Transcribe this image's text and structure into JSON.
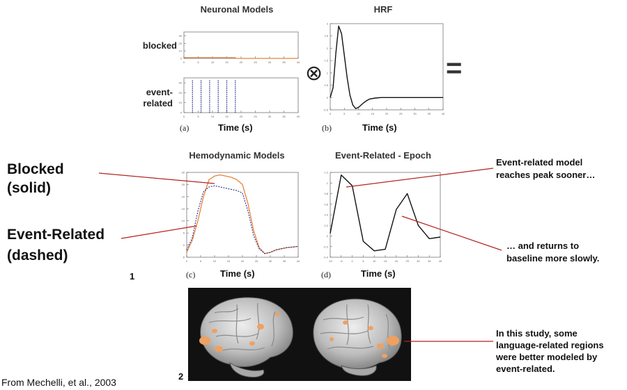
{
  "panel_titles": {
    "neuronal": "Neuronal Models",
    "hrf": "HRF",
    "hemodynamic": "Hemodynamic Models",
    "epoch": "Event-Related - Epoch"
  },
  "row_labels": {
    "blocked": "blocked",
    "event_related_1": "event-",
    "event_related_2": "related"
  },
  "subfigure_labels": {
    "a": "(a)",
    "b": "(b)",
    "c": "(c)",
    "d": "(d)"
  },
  "xlabel": "Time (s)",
  "operators": {
    "convolve": "⊗",
    "equals": "="
  },
  "left_labels": {
    "blocked_1": "Blocked",
    "blocked_2": "(solid)",
    "event_1": "Event-Related",
    "event_2": "(dashed)"
  },
  "annotations": {
    "peak_1": "Event-related model",
    "peak_2": "reaches peak sooner…",
    "baseline_1": "… and returns to",
    "baseline_2": "baseline more slowly.",
    "study_1": "In this study, some",
    "study_2": "language-related regions",
    "study_3": "were better modeled by",
    "study_4": "event-related."
  },
  "figure_numbers": {
    "one": "1",
    "two": "2"
  },
  "citation": "From Mechelli, et al., 2003",
  "colors": {
    "blocked_line": "#e8823a",
    "event_line": "#2a2a8a",
    "annotation_line": "#b22222",
    "activation": "#f0a060",
    "brain_bg": "#111111"
  },
  "chart_data": [
    {
      "id": "a-blocked",
      "type": "line",
      "title": "Neuronal Models",
      "xlabel": "Time (s)",
      "xlim": [
        0,
        40
      ],
      "ylim": [
        0,
        35
      ],
      "xticks": [
        0,
        5,
        10,
        15,
        20,
        25,
        30,
        35,
        40
      ],
      "yticks": [
        0,
        10,
        20,
        30
      ],
      "series": [
        {
          "style": "solid-orange",
          "x": [
            0,
            18,
            18,
            40
          ],
          "y": [
            1,
            1,
            0,
            0
          ]
        }
      ]
    },
    {
      "id": "a-event",
      "type": "line",
      "xlim": [
        0,
        40
      ],
      "ylim": [
        0,
        35
      ],
      "xticks": [
        0,
        5,
        10,
        15,
        20,
        25,
        30,
        35,
        40
      ],
      "yticks": [
        0,
        10,
        20,
        30
      ],
      "impulses": {
        "style": "dashed-blue",
        "x": [
          3,
          6,
          9,
          12,
          15,
          18
        ],
        "height": 33
      }
    },
    {
      "id": "b-hrf",
      "type": "line",
      "title": "HRF",
      "xlabel": "Time (s)",
      "xlim": [
        0,
        40
      ],
      "ylim": [
        -0.5,
        3
      ],
      "xticks": [
        0,
        5,
        10,
        15,
        20,
        25,
        30,
        35,
        40
      ],
      "yticks": [
        -0.5,
        0,
        0.5,
        1,
        1.5,
        2,
        2.5,
        3
      ],
      "series": [
        {
          "style": "solid-black",
          "x": [
            0,
            1,
            2,
            3,
            4,
            5,
            6,
            7,
            8,
            9,
            10,
            11,
            12,
            13,
            14,
            16,
            18,
            20,
            25,
            30,
            35,
            40
          ],
          "y": [
            0,
            0.4,
            1.8,
            2.9,
            2.6,
            1.7,
            0.8,
            0.1,
            -0.3,
            -0.45,
            -0.4,
            -0.3,
            -0.2,
            -0.12,
            -0.06,
            -0.02,
            0,
            0,
            0,
            0,
            0,
            0
          ]
        }
      ]
    },
    {
      "id": "c-hemodynamic",
      "type": "line",
      "title": "Hemodynamic Models",
      "xlabel": "Time (s)",
      "xlim": [
        0,
        40
      ],
      "ylim": [
        -5,
        30
      ],
      "xticks": [
        0,
        5,
        10,
        15,
        20,
        25,
        30,
        35,
        40
      ],
      "yticks": [
        -5,
        0,
        5,
        10,
        15,
        20,
        25,
        30
      ],
      "series": [
        {
          "name": "Blocked (solid)",
          "style": "solid-orange",
          "x": [
            0,
            2,
            4,
            6,
            8,
            10,
            12,
            14,
            16,
            18,
            20,
            22,
            24,
            26,
            28,
            30,
            32,
            34,
            36,
            38,
            40
          ],
          "y": [
            -3,
            2,
            10,
            20,
            27,
            28.5,
            29,
            28.5,
            28,
            27,
            25,
            17,
            6,
            -1,
            -3.5,
            -3,
            -2,
            -1.5,
            -1,
            -0.8,
            -0.5
          ]
        },
        {
          "name": "Event-Related (dashed)",
          "style": "dashed-blue",
          "x": [
            0,
            2,
            4,
            6,
            8,
            10,
            12,
            14,
            16,
            18,
            20,
            22,
            24,
            26,
            28,
            30,
            32,
            34,
            36,
            38,
            40
          ],
          "y": [
            -2,
            3,
            14,
            22,
            24,
            24.5,
            24,
            23.5,
            23,
            22.5,
            21.5,
            14,
            4,
            -1.5,
            -3.5,
            -3,
            -2,
            -1.5,
            -1,
            -0.8,
            -0.5
          ]
        }
      ]
    },
    {
      "id": "d-epoch",
      "type": "line",
      "title": "Event-Related - Epoch",
      "xlabel": "Time (s)",
      "xlim": [
        -10,
        40
      ],
      "ylim": [
        -0.4,
        1.2
      ],
      "xticks": [
        -10,
        -5,
        0,
        5,
        10,
        15,
        20,
        25,
        30,
        35,
        40
      ],
      "yticks": [
        -0.4,
        -0.2,
        0,
        0.2,
        0.4,
        0.6,
        0.8,
        1,
        1.2
      ],
      "series": [
        {
          "style": "solid-black",
          "x": [
            -10,
            -5,
            0,
            5,
            10,
            15,
            20,
            25,
            30,
            35,
            40
          ],
          "y": [
            0.05,
            1.15,
            0.95,
            -0.1,
            -0.28,
            -0.25,
            0.5,
            0.8,
            0.2,
            -0.05,
            -0.02
          ]
        }
      ]
    }
  ]
}
